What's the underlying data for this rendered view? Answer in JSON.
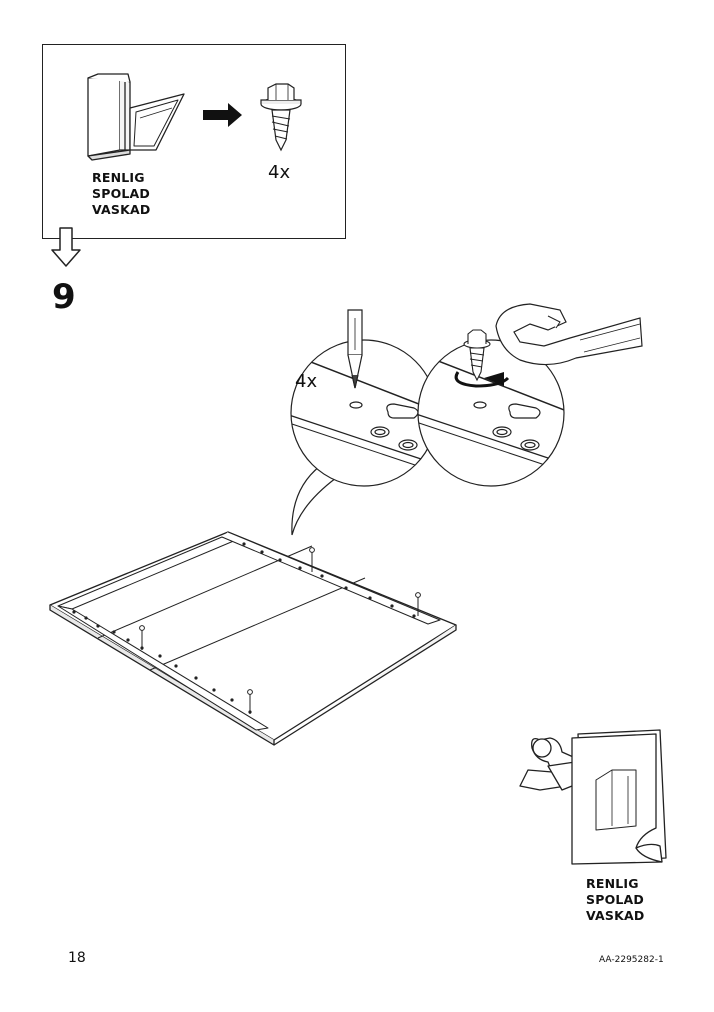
{
  "hint_box": {
    "product_label_lines": [
      "RENLIG",
      "SPOLAD",
      "VASKAD"
    ],
    "quantity": "4x"
  },
  "step": {
    "number": "9",
    "callout_quantity": "4x"
  },
  "manual_ref": {
    "product_label_lines": [
      "RENLIG",
      "SPOLAD",
      "VASKAD"
    ]
  },
  "footer": {
    "page_number": "18",
    "doc_code": "AA-2295282-1"
  },
  "icons": [
    "dishwasher-icon",
    "arrow-right-icon",
    "screw-icon",
    "continue-arrow-icon",
    "pencil-icon",
    "wrench-icon",
    "rotate-arrow-icon",
    "mannequin-icon",
    "manual-icon"
  ]
}
